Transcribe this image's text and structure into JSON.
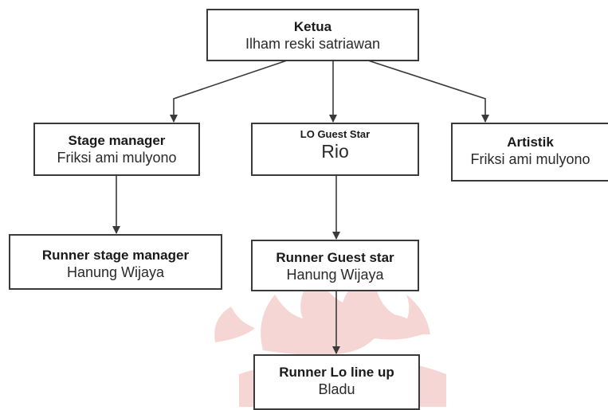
{
  "org_chart": {
    "root": {
      "title": "Ketua",
      "person": "Ilham reski satriawan"
    },
    "stage_manager": {
      "title": "Stage manager",
      "person": "Friksi ami mulyono"
    },
    "lo_guest_star": {
      "title": "LO Guest Star",
      "person": "Rio"
    },
    "artistik": {
      "title": "Artistik",
      "person": "Friksi ami mulyono"
    },
    "runner_stage_manager": {
      "title": "Runner stage manager",
      "person": "Hanung Wijaya"
    },
    "runner_guest_star": {
      "title": "Runner Guest star",
      "person": "Hanung Wijaya"
    },
    "runner_lo_line_up": {
      "title": "Runner Lo line up",
      "person": "Bladu"
    }
  },
  "colors": {
    "line": "#3a3a3a",
    "watermark": "#f3c9c6"
  }
}
